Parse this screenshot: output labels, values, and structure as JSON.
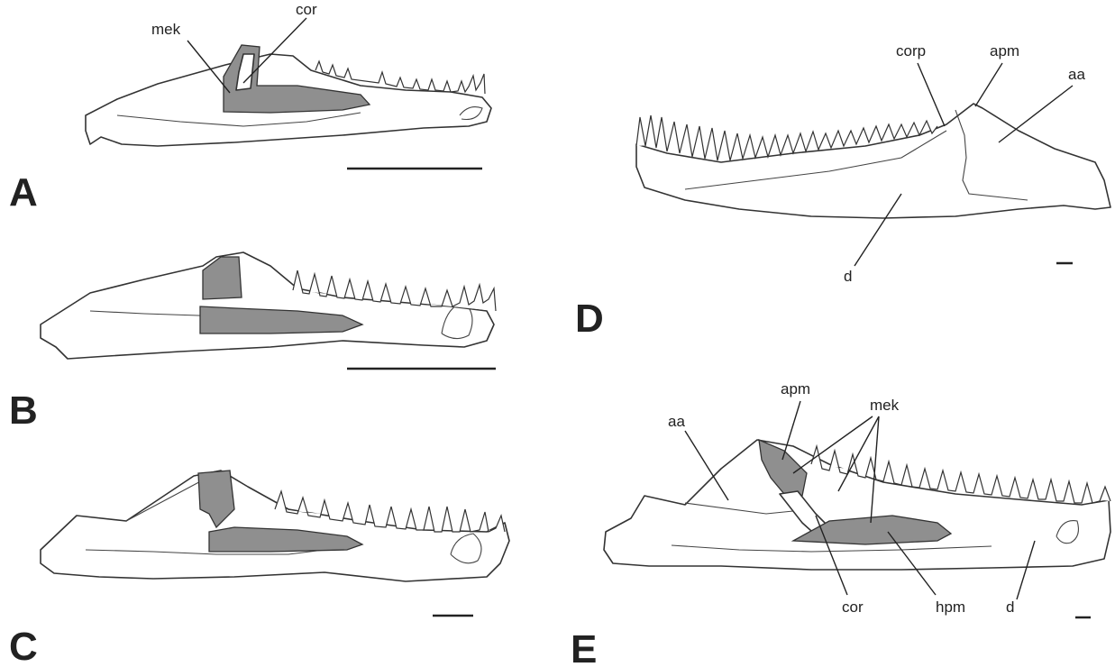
{
  "panels": {
    "A": {
      "letter": "A",
      "labels": {
        "mek": "mek",
        "cor": "cor"
      }
    },
    "B": {
      "letter": "B"
    },
    "C": {
      "letter": "C"
    },
    "D": {
      "letter": "D",
      "labels": {
        "corp": "corp",
        "apm": "apm",
        "aa": "aa",
        "d": "d"
      }
    },
    "E": {
      "letter": "E",
      "labels": {
        "apm": "apm",
        "mek": "mek",
        "aa": "aa",
        "cor": "cor",
        "hpm": "hpm",
        "d": "d"
      }
    }
  },
  "colors": {
    "ink": "#333333",
    "highlight": "#8f8f8f",
    "background": "#ffffff"
  }
}
